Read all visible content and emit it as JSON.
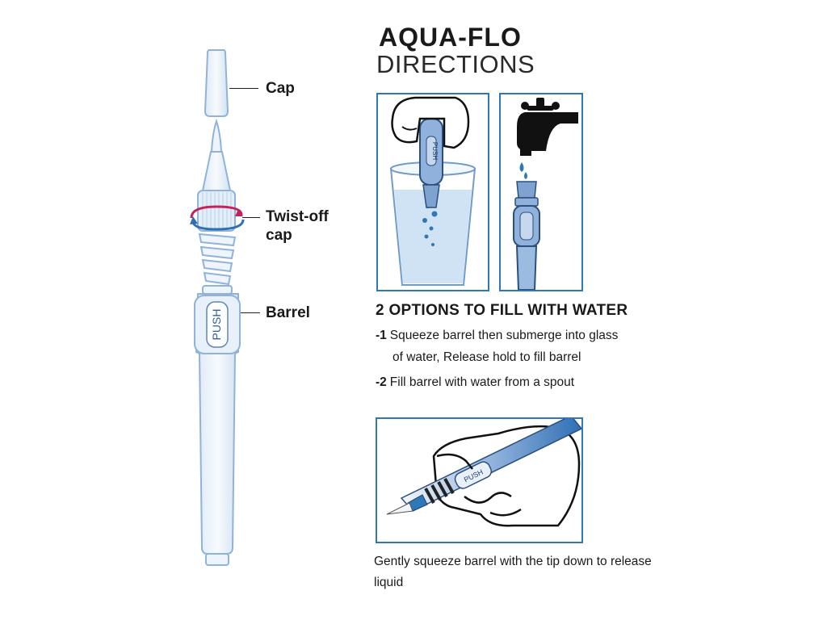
{
  "title": {
    "main": "AQUA-FLO",
    "sub": "DIRECTIONS"
  },
  "pen_diagram": {
    "labels": {
      "cap": "Cap",
      "twist_line1": "Twist-off",
      "twist_line2": "cap",
      "barrel": "Barrel"
    },
    "push_text": "PUSH"
  },
  "illustrations": {
    "glass_push_text": "PUSH",
    "hand_push_text": "PUSH"
  },
  "instructions": {
    "heading": "2 OPTIONS TO FILL WITH WATER",
    "steps": [
      {
        "num": "-1",
        "line1": "Squeeze barrel then submerge into glass",
        "line2": "of water, Release hold to fill barrel"
      },
      {
        "num": "-2",
        "line1": "Fill barrel with water from a spout",
        "line2": ""
      }
    ],
    "caption": "Gently squeeze barrel with the tip down to release liquid"
  },
  "colors": {
    "frame_blue": "#2f78b8",
    "pen_outline": "#8fb3d9",
    "pen_fill": "#eef4fb",
    "pen_dark": "#5f87b8",
    "water_blue": "#cfe3f4",
    "arrow_red": "#c0245a",
    "arrow_blue": "#2f6fb3"
  }
}
